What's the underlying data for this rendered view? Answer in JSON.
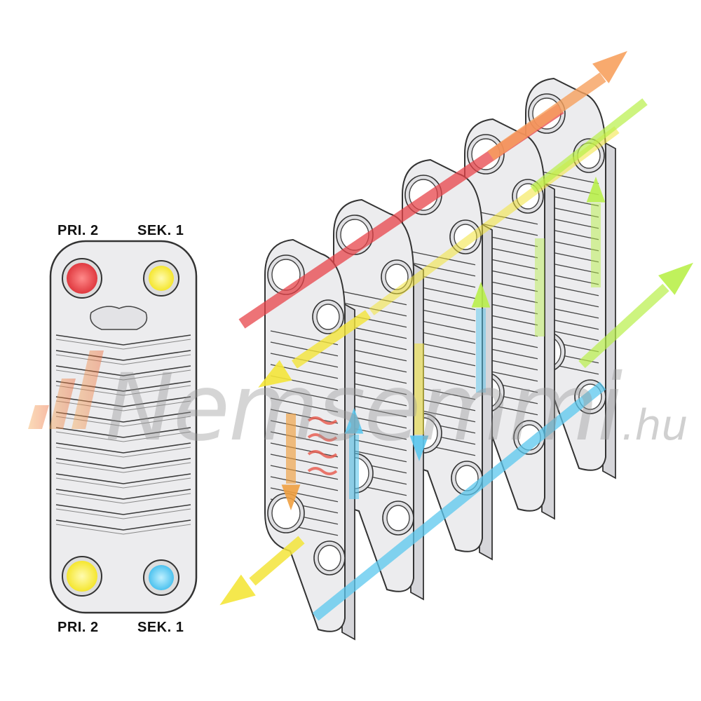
{
  "labels": {
    "top_left": "PRI. 2",
    "top_right": "SEK. 1",
    "bottom_left": "PRI. 2",
    "bottom_right": "SEK. 1"
  },
  "watermark": {
    "main": "Nemsemmi",
    "suffix": ".hu"
  },
  "colors": {
    "hot_primary": "#e8454a",
    "warm_primary": "#f4e53a",
    "cold_secondary": "#5bc8ee",
    "warm_secondary": "#b9f04a",
    "hot_secondary": "#f7a15e",
    "plate_fill": "#ececee",
    "outline": "#333333"
  },
  "icons": {
    "flow": "arrow-icon",
    "heat": "heat-wave-icon",
    "plate": "heat-exchanger-plate-icon"
  }
}
